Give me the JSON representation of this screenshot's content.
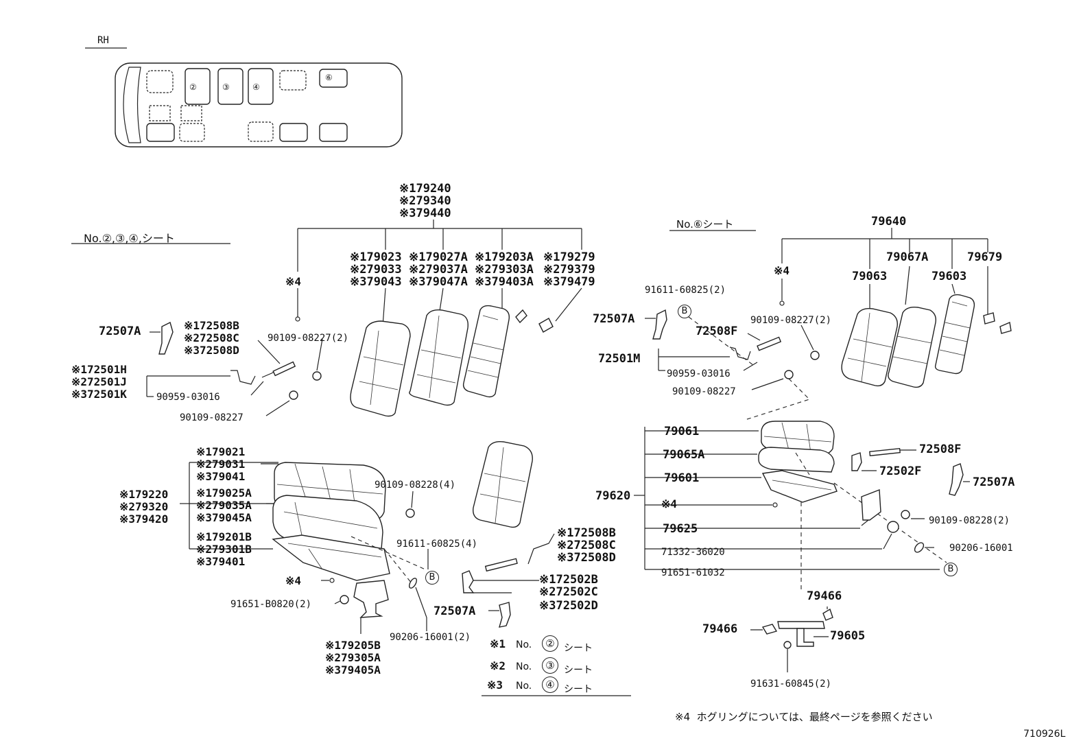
{
  "bus_map": {
    "side": "RH",
    "seat_marks": [
      "②",
      "③",
      "④",
      "⑥"
    ]
  },
  "group_left": {
    "title": "No.②,③,④,シート",
    "top_code": [
      "※179240",
      "※279340",
      "※379440"
    ],
    "hog_ring": "※4",
    "back_col1": [
      "※179023",
      "※279033",
      "※379043"
    ],
    "back_col2": [
      "※179027A",
      "※279037A",
      "※379047A"
    ],
    "back_col3": [
      "※179203A",
      "※279303A",
      "※379403A"
    ],
    "back_col4": [
      "※179279",
      "※279379",
      "※379479"
    ],
    "p72507A_a": "72507A",
    "p72508_top": [
      "※172508B",
      "※272508C",
      "※372508D"
    ],
    "p72501": [
      "※172501H",
      "※272501J",
      "※372501K"
    ],
    "p90959": "90959-03016",
    "p90109_a": "90109-08227",
    "p90109_b": "90109-08227(2)",
    "cush_a": [
      "※179021",
      "※279031",
      "※379041"
    ],
    "cush_b": [
      "※179025A",
      "※279035A",
      "※379045A"
    ],
    "cush_c": [
      "※179201B",
      "※279301B",
      "※379401"
    ],
    "assy_seat": [
      "※179220",
      "※279320",
      "※379420"
    ],
    "p90109_c": "90109-08228(4)",
    "p91611": "91611-60825(4)",
    "p72508_low": [
      "※172508B",
      "※272508C",
      "※372508D"
    ],
    "p72502": [
      "※172502B",
      "※272502C",
      "※372502D"
    ],
    "p72507A_b": "72507A",
    "hog_ring_2": "※4",
    "p91651": "91651-B0820(2)",
    "p90206": "90206-16001(2)",
    "p79205": [
      "※179205B",
      "※279305A",
      "※379405A"
    ]
  },
  "legend": [
    {
      "mark": "※1",
      "no": "No.",
      "seat": "②",
      "word": "シート"
    },
    {
      "mark": "※2",
      "no": "No.",
      "seat": "③",
      "word": "シート"
    },
    {
      "mark": "※3",
      "no": "No.",
      "seat": "④",
      "word": "シート"
    }
  ],
  "group_right": {
    "title": "No.⑥シート",
    "top_code": "79640",
    "hog_ring": "※4",
    "c79063": "79063",
    "c79067A": "79067A",
    "c79679": "79679",
    "c79603": "79603",
    "p91611": "91611-60825(2)",
    "p90109_a": "90109-08227(2)",
    "p72507A": "72507A",
    "p72508F": "72508F",
    "p72501M": "72501M",
    "p90959": "90959-03016",
    "p90109_b": "90109-08227",
    "c79061": "79061",
    "c79065A": "79065A",
    "c79601": "79601",
    "c79620": "79620",
    "hog_ring_2": "※4",
    "c79625": "79625",
    "p71332": "71332-36020",
    "p91651": "91651-61032",
    "p72508F_b": "72508F",
    "p72502F": "72502F",
    "p72507A_b": "72507A",
    "p90109_c": "90109-08228(2)",
    "p90206": "90206-16001",
    "c79466_a": "79466",
    "c79466_b": "79466",
    "c79605": "79605",
    "p91631": "91631-60845(2)"
  },
  "marker_b": "B",
  "footnote": "※4  ホグリングについては、最終ページを参照ください",
  "figure_id": "710926L"
}
